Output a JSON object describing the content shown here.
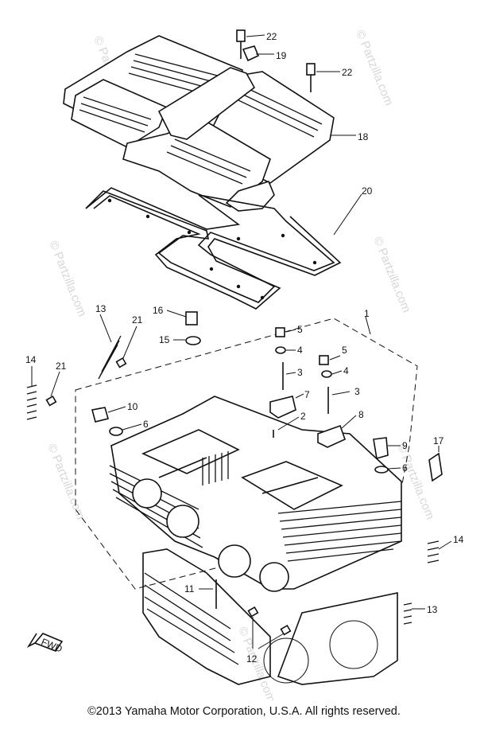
{
  "watermark": "© Partzilla.com",
  "callouts": [
    {
      "id": "c22a",
      "text": "22"
    },
    {
      "id": "c19",
      "text": "19"
    },
    {
      "id": "c22b",
      "text": "22"
    },
    {
      "id": "c18",
      "text": "18"
    },
    {
      "id": "c20",
      "text": "20"
    },
    {
      "id": "c1",
      "text": "1"
    },
    {
      "id": "c16",
      "text": "16"
    },
    {
      "id": "c15",
      "text": "15"
    },
    {
      "id": "c13a",
      "text": "13"
    },
    {
      "id": "c21a",
      "text": "21"
    },
    {
      "id": "c14a",
      "text": "14"
    },
    {
      "id": "c21b",
      "text": "21"
    },
    {
      "id": "c5a",
      "text": "5"
    },
    {
      "id": "c4a",
      "text": "4"
    },
    {
      "id": "c3a",
      "text": "3"
    },
    {
      "id": "c5b",
      "text": "5"
    },
    {
      "id": "c4b",
      "text": "4"
    },
    {
      "id": "c3b",
      "text": "3"
    },
    {
      "id": "c7",
      "text": "7"
    },
    {
      "id": "c2",
      "text": "2"
    },
    {
      "id": "c8",
      "text": "8"
    },
    {
      "id": "c10",
      "text": "10"
    },
    {
      "id": "c6a",
      "text": "6"
    },
    {
      "id": "c9",
      "text": "9"
    },
    {
      "id": "c6b",
      "text": "6"
    },
    {
      "id": "c17",
      "text": "17"
    },
    {
      "id": "c14b",
      "text": "14"
    },
    {
      "id": "c11",
      "text": "11"
    },
    {
      "id": "c13b",
      "text": "13"
    },
    {
      "id": "c12",
      "text": "12"
    }
  ],
  "fwd_label": "FWD",
  "copyright": "©2013  Yamaha Motor Corporation, U.S.A. All rights reserved."
}
